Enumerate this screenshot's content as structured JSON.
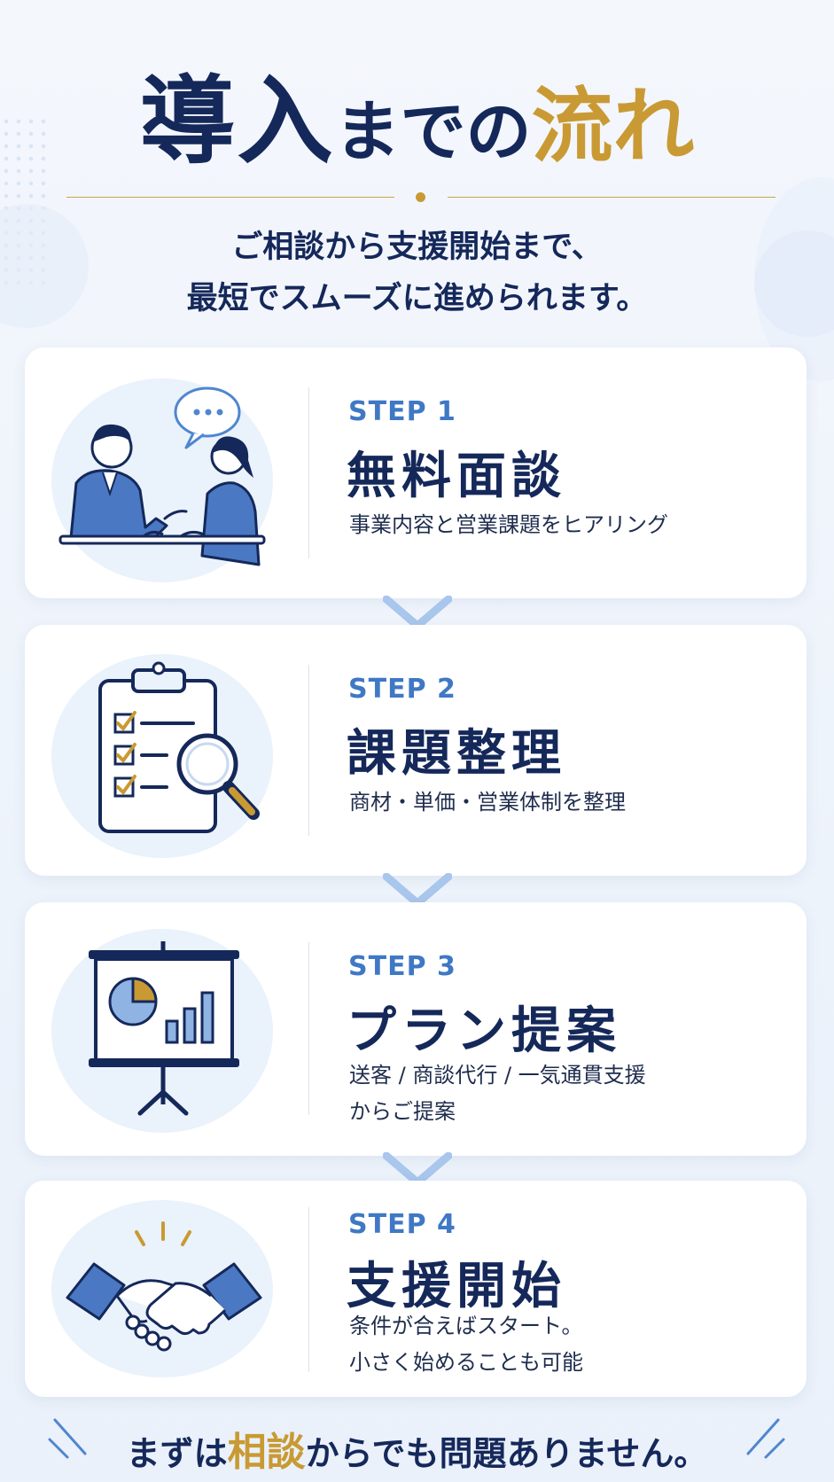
{
  "header": {
    "title_part1": "導入",
    "title_part2": "までの",
    "title_part3": "流れ",
    "subtitle_line1": "ご相談から支援開始まで、",
    "subtitle_line2": "最短でスムーズに進められます。"
  },
  "steps": [
    {
      "label": "STEP 1",
      "title": "無料面談",
      "desc1": "事業内容と営業課題をヒアリング",
      "desc2": "",
      "icon": "consultation-icon"
    },
    {
      "label": "STEP 2",
      "title": "課題整理",
      "desc1": "商材・単価・営業体制を整理",
      "desc2": "",
      "icon": "checklist-magnifier-icon"
    },
    {
      "label": "STEP 3",
      "title": "プラン提案",
      "desc1": "送客 / 商談代行 / 一気通貫支援",
      "desc2": "からご提案",
      "icon": "presentation-board-icon"
    },
    {
      "label": "STEP 4",
      "title": "支援開始",
      "desc1": "条件が合えばスタート。",
      "desc2": "小さく始めることも可能",
      "icon": "handshake-icon"
    }
  ],
  "footer": {
    "text_part1": "まずは",
    "text_highlight": "相談",
    "text_part2": "からでも問題ありません。"
  },
  "colors": {
    "navy": "#15285a",
    "gold": "#c99a33",
    "accent_blue": "#3f78c4",
    "chevron": "#a9c6ec"
  }
}
